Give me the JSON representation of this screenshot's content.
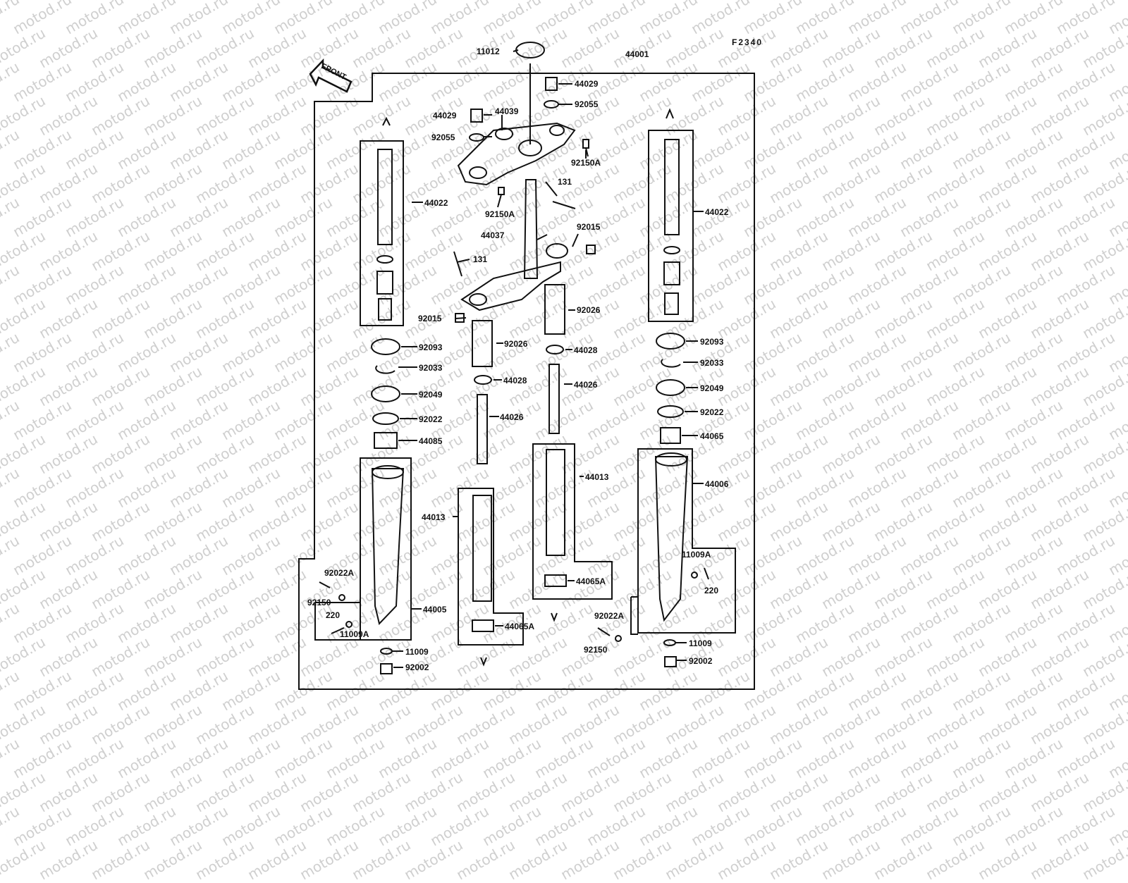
{
  "diagram": {
    "code": "F2340",
    "front_label": "FRONT",
    "assembly_number": "44001",
    "watermark": "motod.ru"
  },
  "labels": {
    "cap": "11012",
    "assembly": "44001",
    "bolt_cap_right": "44029",
    "oring_right": "92055",
    "bolt_cap_left": "44029",
    "bracket_upper": "44039",
    "oring_left": "92055",
    "screw_upper_right": "92150A",
    "bolt_131_top": "131",
    "screw_mid": "92150A",
    "stem": "44037",
    "nut_right": "92015",
    "bolt_131_left": "131",
    "nut_left": "92015",
    "tube_left": "44022",
    "tube_right": "44022",
    "cover_mid_right": "92026",
    "cover_mid_left": "92026",
    "washer_mid_right": "44028",
    "washer_mid_left": "44028",
    "rod_mid_left": "44026",
    "rod_mid_right": "44026",
    "seal_left": "92093",
    "clip_left": "92033",
    "oilseal_left": "92049",
    "washer_left": "92022",
    "bush_left": "44085",
    "seal_right": "92093",
    "clip_right": "92033",
    "oilseal_right": "92049",
    "washer_right": "92022",
    "bush_right": "44065",
    "inner_mid_left": "44013",
    "inner_mid_right": "44013",
    "bush_mid_right": "44065A",
    "bush_mid_left": "44065A",
    "outer_left": "44005",
    "outer_right": "44006",
    "gasket_left": "92022A",
    "bolt_left": "92150",
    "stud_left": "220",
    "cap_11009a_left": "11009A",
    "gasket_bottom_left": "11009",
    "drain_left": "92002",
    "cap_11009a_right": "11009A",
    "stud_right": "220",
    "gasket_right": "92022A",
    "bolt_right": "92150",
    "gasket_bottom_right": "11009",
    "drain_right": "92002"
  }
}
